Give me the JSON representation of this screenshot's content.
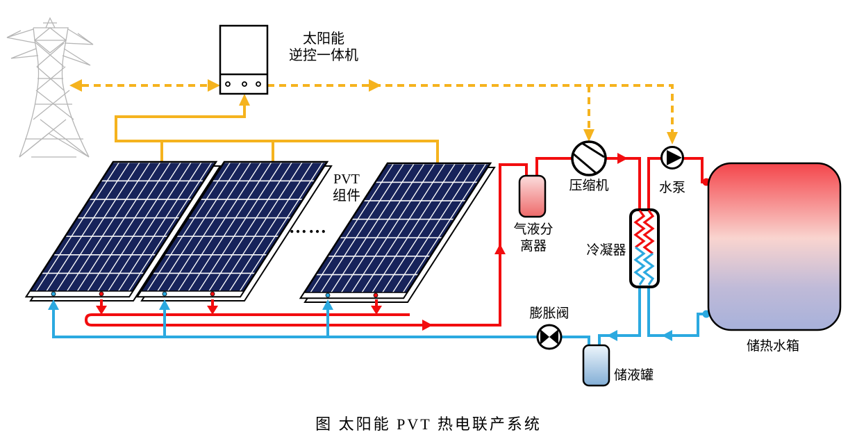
{
  "diagram": {
    "caption": "图  太阳能 PVT 热电联产系统",
    "labels": {
      "inverter_line1": "太阳能",
      "inverter_line2": "逆控一体机",
      "pvt_line1": "PVT",
      "pvt_line2": "组件",
      "array_ellipsis": "……",
      "compressor": "压缩机",
      "pump": "水泵",
      "separator_line1": "气液分",
      "separator_line2": "离器",
      "condenser": "冷凝器",
      "expansion_valve": "膨胀阀",
      "liquid_tank": "储液罐",
      "hot_water_tank": "储热水箱"
    },
    "icons": {
      "grid_tower": "transmission-tower-icon",
      "inverter": "inverter-box-icon",
      "pv_panel": "pvt-panel-icon",
      "compressor": "compressor-circle-icon",
      "pump": "pump-circle-icon",
      "expansion_valve": "valve-bowtie-icon",
      "condenser": "condenser-coil-icon"
    },
    "colors": {
      "electric": "#F5B31E",
      "hot": "#F20D0F",
      "cold": "#2BA9E0",
      "panel_cell": "#17235A",
      "tower": "#B5B5B5",
      "separator_top": "#FBDCDC",
      "separator_bottom": "#EE6A6A",
      "liquid_tank_top": "#EDF5FB",
      "liquid_tank_bottom": "#82AED6",
      "hot_tank_top": "#F4454B",
      "hot_tank_mid": "#F9D4CF",
      "hot_tank_bottom": "#A7B1DA"
    }
  }
}
